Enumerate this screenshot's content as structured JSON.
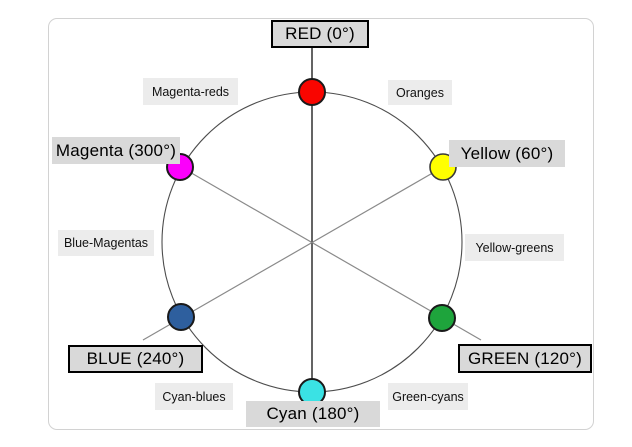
{
  "figure": {
    "type": "hue-color-wheel-diagram",
    "nodes": [
      {
        "name": "red",
        "label": "RED (0°)",
        "angle_deg": 0,
        "dot_color": "#f90500",
        "boxed": true
      },
      {
        "name": "yellow",
        "label": "Yellow (60°)",
        "angle_deg": 60,
        "dot_color": "#ffff00",
        "boxed": false
      },
      {
        "name": "green",
        "label": "GREEN (120°)",
        "angle_deg": 120,
        "dot_color": "#1ea43c",
        "boxed": true
      },
      {
        "name": "cyan",
        "label": "Cyan (180°)",
        "angle_deg": 180,
        "dot_color": "#3ae2e4",
        "boxed": false
      },
      {
        "name": "blue",
        "label": "BLUE (240°)",
        "angle_deg": 240,
        "dot_color": "#2e5f9e",
        "boxed": true
      },
      {
        "name": "magenta",
        "label": "Magenta (300°)",
        "angle_deg": 300,
        "dot_color": "#fb00fb",
        "boxed": false
      }
    ],
    "sectors": [
      {
        "name": "oranges",
        "label": "Oranges"
      },
      {
        "name": "yellow-greens",
        "label": "Yellow-greens"
      },
      {
        "name": "green-cyans",
        "label": "Green-cyans"
      },
      {
        "name": "cyan-blues",
        "label": "Cyan-blues"
      },
      {
        "name": "blue-magentas",
        "label": "Blue-Magentas"
      },
      {
        "name": "magenta-reds",
        "label": "Magenta-reds"
      }
    ],
    "styles": {
      "label_box_bg": "#d9d9d9",
      "sector_label_bg": "#ececec",
      "boxed_border_color": "#000000",
      "circle_stroke": "#4d4d4d",
      "axis_line_color": "#111111",
      "diagonal_line_color": "#8a8a8a",
      "dot_outline": "#1a1a1a",
      "card_border": "#d2d2d2",
      "background": "#ffffff"
    }
  }
}
